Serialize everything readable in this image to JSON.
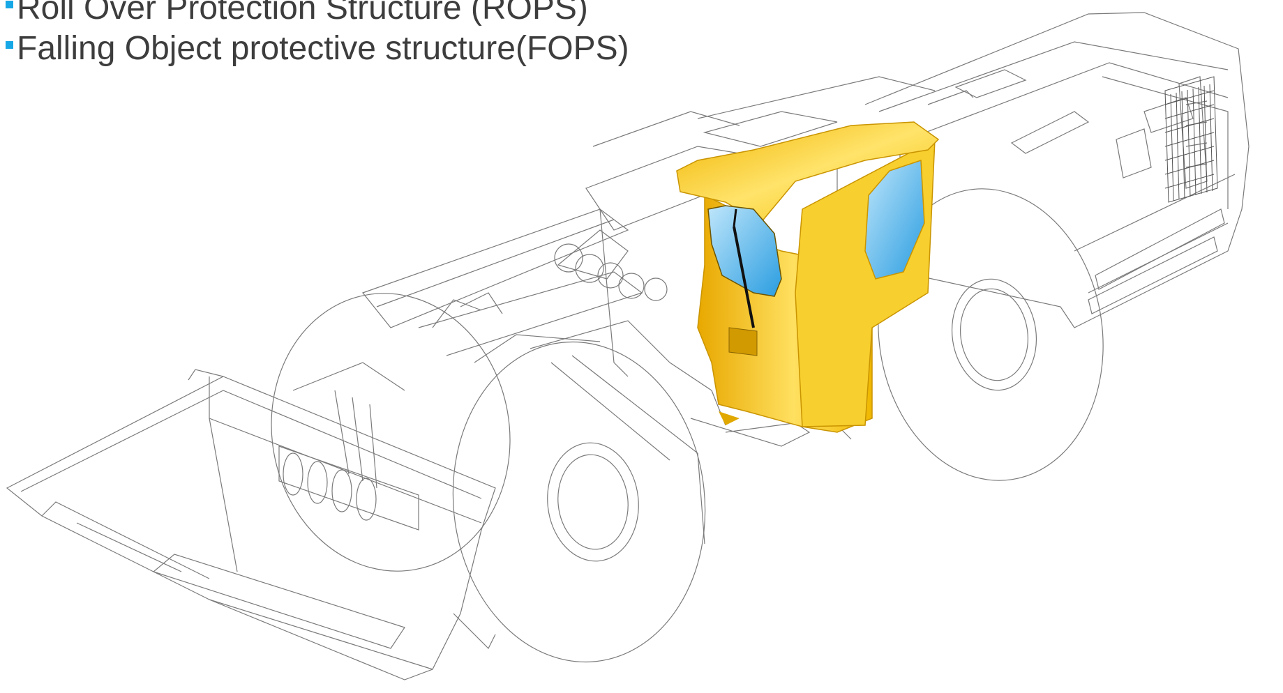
{
  "bullets": [
    {
      "text": "Roll Over Protection Structure (ROPS)"
    },
    {
      "text": "Falling Object protective structure(FOPS)"
    }
  ],
  "colors": {
    "bullet_marker": "#16a8e6",
    "bullet_text": "#3d3d3d",
    "cab_yellow": "#f2c400",
    "glass_blue": "#3aaee8",
    "line_art": "#6e6e6e"
  },
  "drawing": {
    "subject": "underground-loader-line-art",
    "highlight": "operator-cab-yellow"
  }
}
